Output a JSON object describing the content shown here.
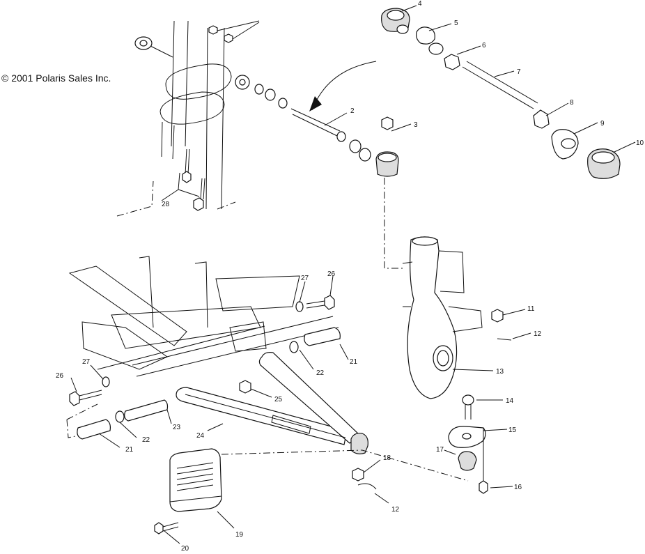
{
  "copyright": "© 2001 Polaris Sales Inc.",
  "callouts": [
    {
      "id": "c2",
      "text": "2"
    },
    {
      "id": "c3",
      "text": "3"
    },
    {
      "id": "c4",
      "text": "4"
    },
    {
      "id": "c5",
      "text": "5"
    },
    {
      "id": "c6",
      "text": "6"
    },
    {
      "id": "c7",
      "text": "7"
    },
    {
      "id": "c8",
      "text": "8"
    },
    {
      "id": "c9",
      "text": "9"
    },
    {
      "id": "c10",
      "text": "10"
    },
    {
      "id": "c11",
      "text": "11"
    },
    {
      "id": "c12a",
      "text": "12"
    },
    {
      "id": "c12b",
      "text": "12"
    },
    {
      "id": "c13",
      "text": "13"
    },
    {
      "id": "c14",
      "text": "14"
    },
    {
      "id": "c15",
      "text": "15"
    },
    {
      "id": "c16",
      "text": "16"
    },
    {
      "id": "c17",
      "text": "17"
    },
    {
      "id": "c18",
      "text": "18"
    },
    {
      "id": "c19",
      "text": "19"
    },
    {
      "id": "c20",
      "text": "20"
    },
    {
      "id": "c21a",
      "text": "21"
    },
    {
      "id": "c21b",
      "text": "21"
    },
    {
      "id": "c22a",
      "text": "22"
    },
    {
      "id": "c22b",
      "text": "22"
    },
    {
      "id": "c23",
      "text": "23"
    },
    {
      "id": "c24",
      "text": "24"
    },
    {
      "id": "c25",
      "text": "25"
    },
    {
      "id": "c26a",
      "text": "26"
    },
    {
      "id": "c26b",
      "text": "26"
    },
    {
      "id": "c27a",
      "text": "27"
    },
    {
      "id": "c27b",
      "text": "27"
    },
    {
      "id": "c28",
      "text": "28"
    }
  ]
}
